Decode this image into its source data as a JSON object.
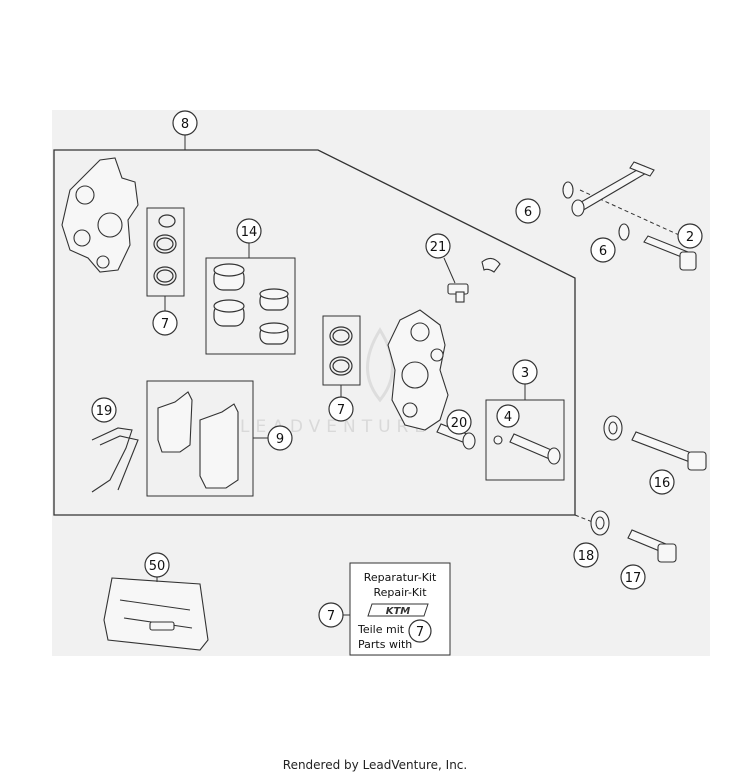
{
  "watermark": "LEADVENTURE",
  "footer": "Rendered by LeadVenture, Inc.",
  "kit_box": {
    "line1": "Reparatur-Kit",
    "line2": "Repair-Kit",
    "line3": "Teile mit",
    "line4": "Parts with",
    "logo": "KTM"
  },
  "callouts": [
    {
      "id": "c8",
      "label": "8"
    },
    {
      "id": "c14",
      "label": "14"
    },
    {
      "id": "c7a",
      "label": "7"
    },
    {
      "id": "c21",
      "label": "21"
    },
    {
      "id": "c7b",
      "label": "7"
    },
    {
      "id": "c19",
      "label": "19"
    },
    {
      "id": "c9",
      "label": "9"
    },
    {
      "id": "c20",
      "label": "20"
    },
    {
      "id": "c3",
      "label": "3"
    },
    {
      "id": "c4",
      "label": "4"
    },
    {
      "id": "c6a",
      "label": "6"
    },
    {
      "id": "c6b",
      "label": "6"
    },
    {
      "id": "c2",
      "label": "2"
    },
    {
      "id": "c16",
      "label": "16"
    },
    {
      "id": "c18",
      "label": "18"
    },
    {
      "id": "c17",
      "label": "17"
    },
    {
      "id": "c50",
      "label": "50"
    },
    {
      "id": "c7c",
      "label": "7"
    },
    {
      "id": "c7d",
      "label": "7"
    }
  ],
  "colors": {
    "background_panel": "#f1f1f1",
    "line": "#333333",
    "part_fill": "#f7f7f7"
  }
}
